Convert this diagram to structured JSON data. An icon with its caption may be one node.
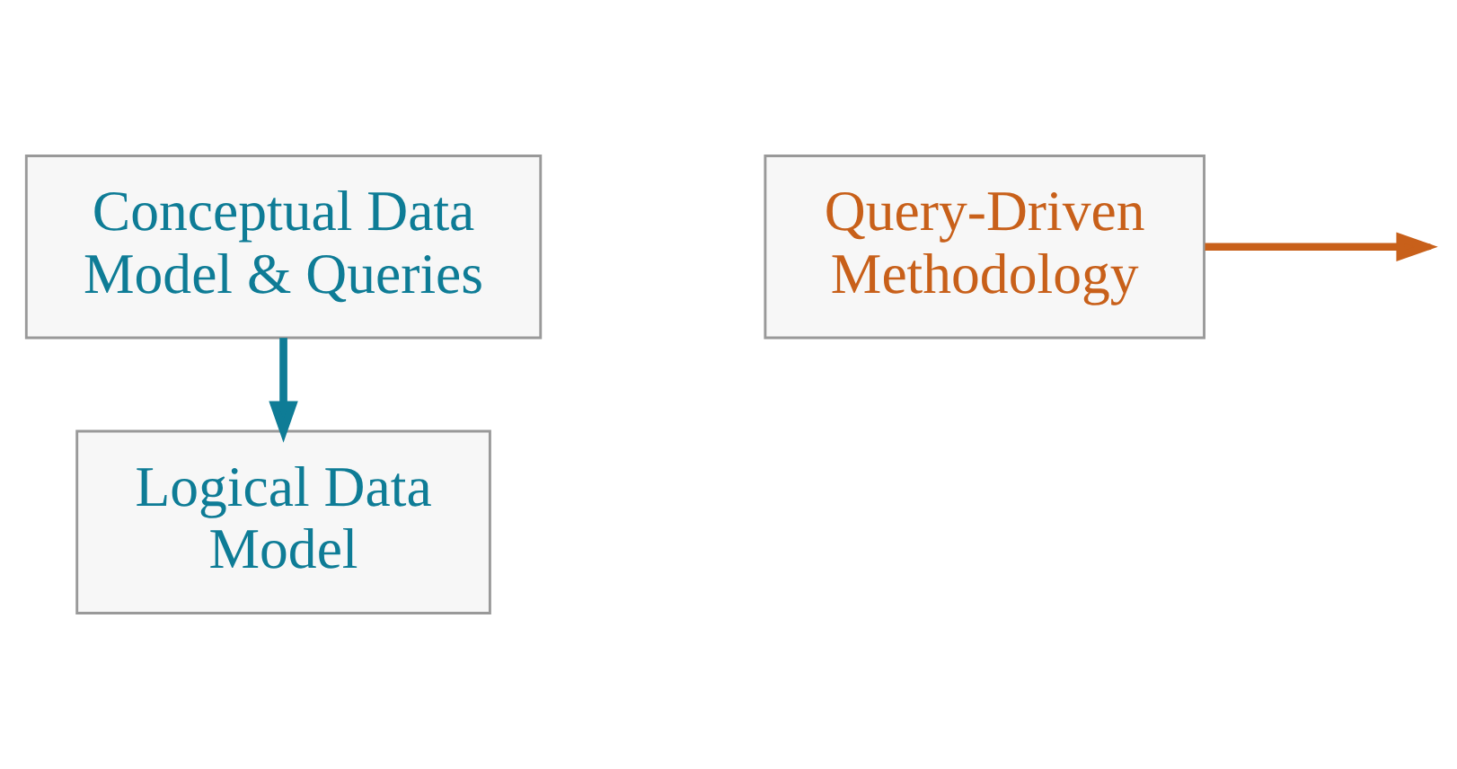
{
  "diagram": {
    "nodes": [
      {
        "text": [
          "Conceptual Data Model & Queries"
        ]
      },
      {
        "text": [
          "Logical Data Model"
        ]
      },
      {
        "text": [
          "Query-Driven Methodology"
        ]
      }
    ],
    "edges": [
      {
        "from": 0,
        "to": 1,
        "arrow": "to",
        "color": "#0e7c96"
      },
      {
        "from": 2,
        "to": null,
        "arrow": "to",
        "color": "#c8601a"
      }
    ]
  }
}
